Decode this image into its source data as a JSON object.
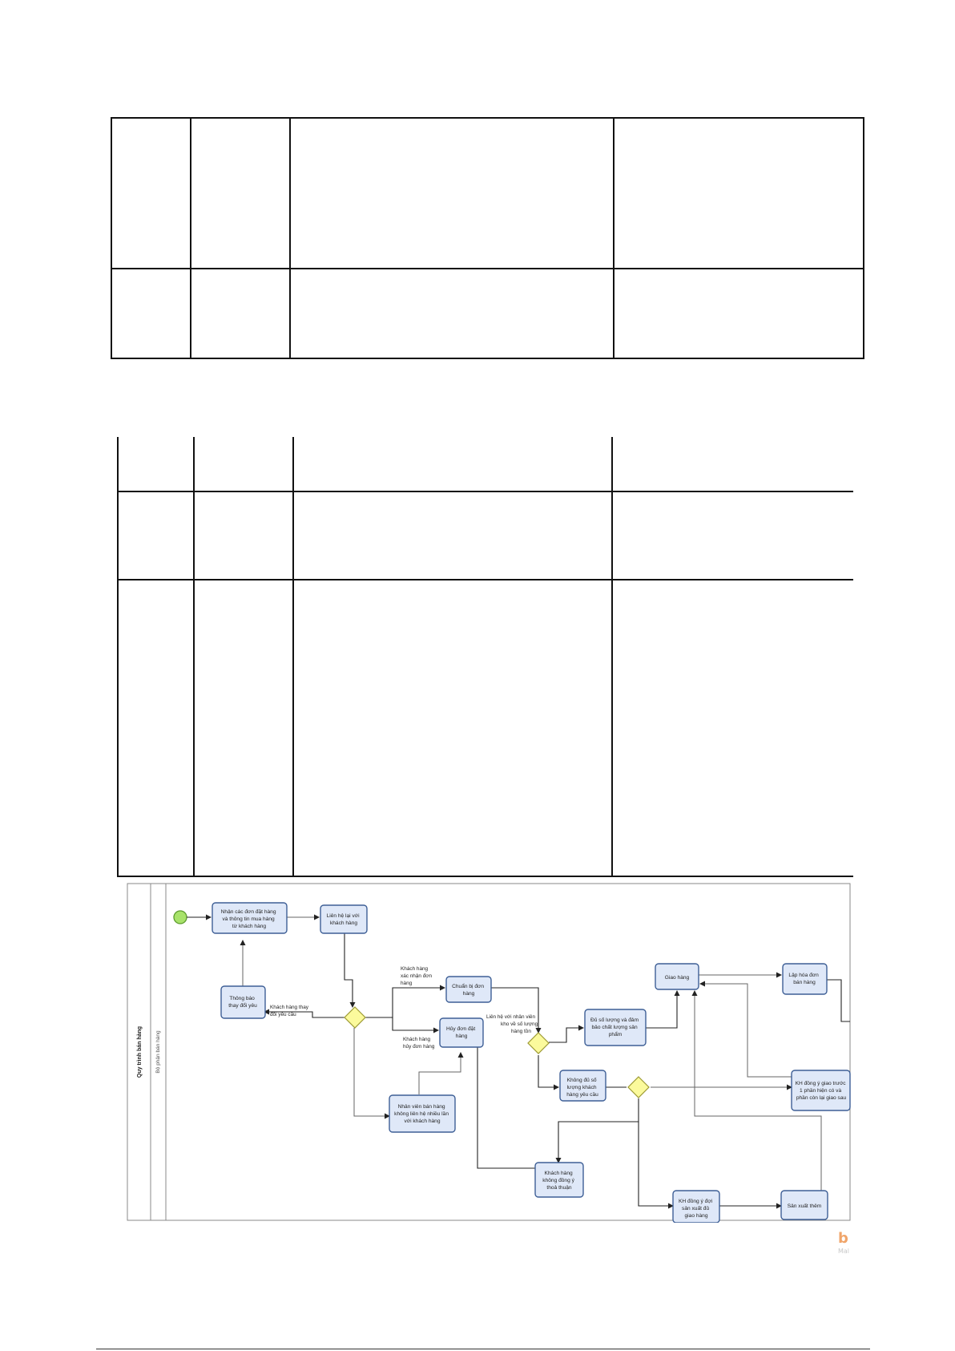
{
  "diagram": {
    "lane_title": "Quy trình bán hàng",
    "lane_sub": "Bộ phận bán hàng",
    "nodes": {
      "n1": [
        "Nhận các đơn đặt hàng",
        "và thông tin mua hàng",
        "từ khách hàng"
      ],
      "n2": [
        "Liên hệ lại với",
        "khách hàng"
      ],
      "n3": [
        "Thông báo",
        "thay đổi yêu"
      ],
      "n4": [
        "Chuẩn bị đơn",
        "hàng"
      ],
      "n5": [
        "Hủy đơn đặt",
        "hàng"
      ],
      "n6": [
        "Nhân viên bán hàng",
        "không liên hệ nhiều lần",
        "với khách hàng"
      ],
      "n7": [
        "Đủ số lượng và đảm",
        "bảo chất lượng sản",
        "phẩm"
      ],
      "n8": [
        "Giao hàng"
      ],
      "n9": [
        "Lập hóa đơn",
        "bán hàng"
      ],
      "n10": [
        "Không đủ số",
        "lượng khách",
        "hàng yêu cầu"
      ],
      "n11": [
        "KH đồng ý giao trước",
        "1 phần hiện có và",
        "phần còn lại giao sau"
      ],
      "n12": [
        "Khách hàng",
        "không đồng ý",
        "thoả thuận"
      ],
      "n13": [
        "KH đồng ý đợi",
        "sản xuất đủ",
        "giao hàng"
      ],
      "n14": [
        "Sản xuất thêm"
      ]
    },
    "edge_labels": {
      "e1": [
        "Khách hàng",
        "xác nhận đơn",
        "hàng"
      ],
      "e2": [
        "Khách hàng thay",
        "đổi yêu cầu"
      ],
      "e3": [
        "Khách hàng",
        "hủy đơn hàng"
      ],
      "e4": [
        "Liên hệ với nhân viên",
        "kho về số lượng",
        "hàng tồn"
      ]
    }
  },
  "watermark": {
    "logo": "b",
    "text": "Mal"
  }
}
